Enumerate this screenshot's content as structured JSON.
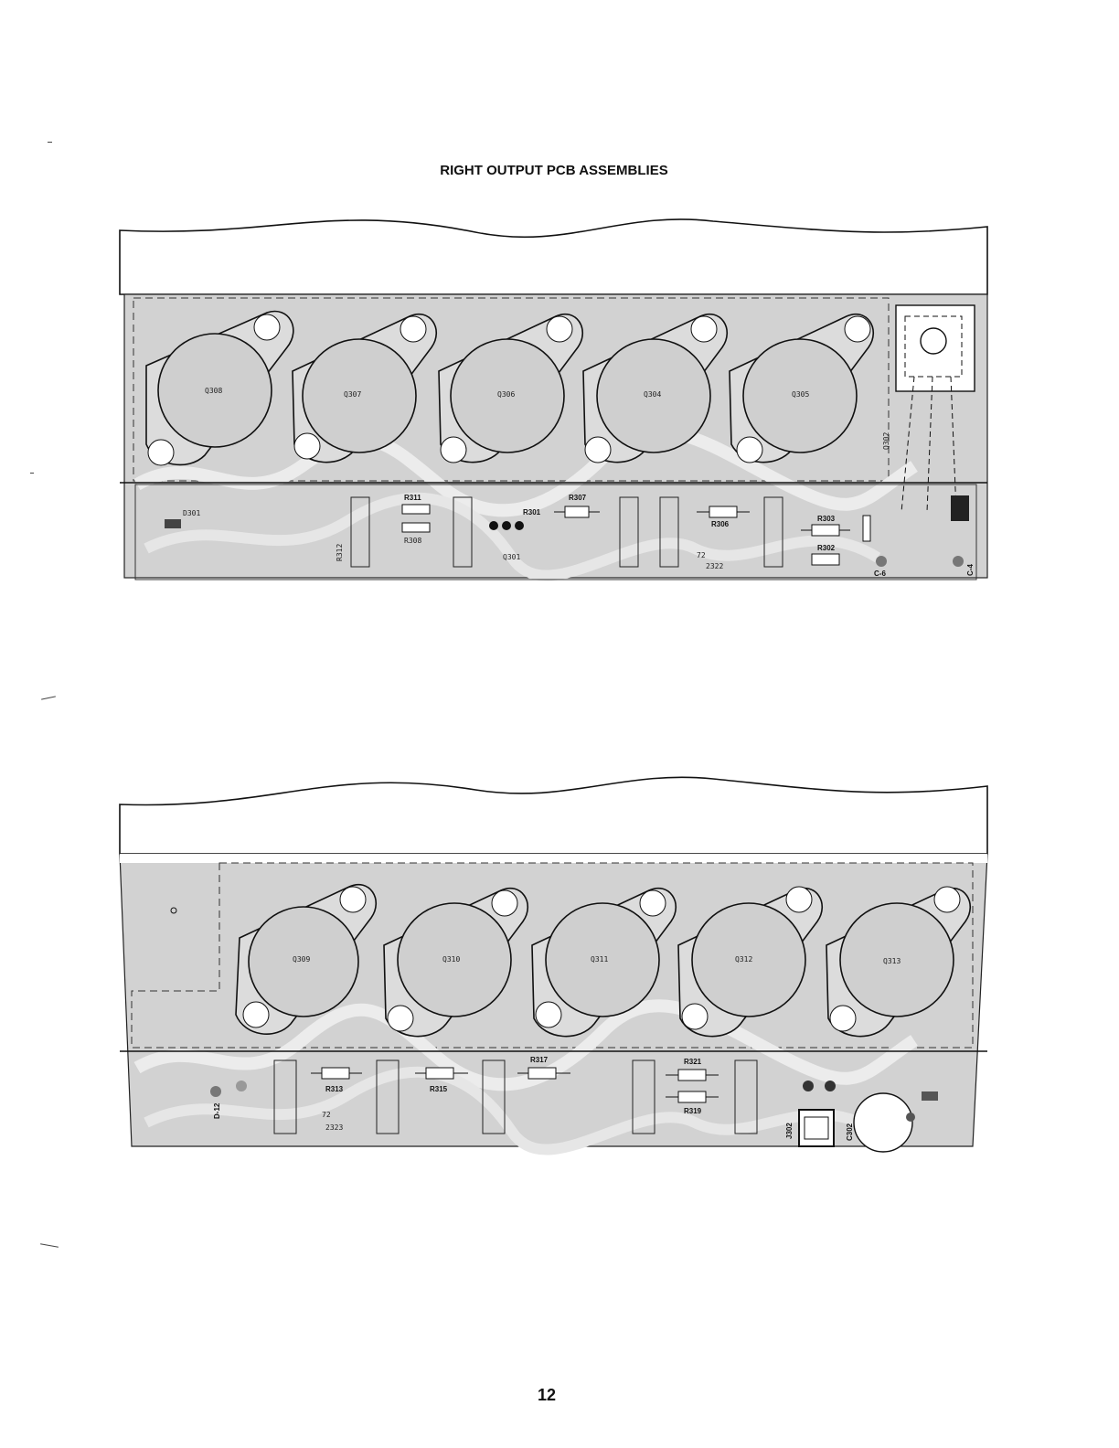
{
  "page": {
    "title": "RIGHT OUTPUT PCB ASSEMBLIES",
    "page_number": "12"
  },
  "boards": [
    {
      "transistors": [
        "Q308",
        "Q307",
        "Q306",
        "Q304",
        "Q305"
      ],
      "labels": {
        "r312": "R312",
        "r311": "R311",
        "r308": "R308",
        "r301": "R301",
        "q301": "Q301",
        "d301": "D301",
        "r307": "R307",
        "r306": "R306",
        "r303": "R303",
        "r302": "R302",
        "q302": "Q302",
        "c6": "C-6",
        "c4": "C-4",
        "part_a": "72",
        "part_b": "2322"
      }
    },
    {
      "transistors": [
        "Q309",
        "Q310",
        "Q311",
        "Q312",
        "Q313"
      ],
      "labels": {
        "r313": "R313",
        "r315": "R315",
        "r317": "R317",
        "r321": "R321",
        "r319": "R319",
        "d12": "D-12",
        "j302": "J302",
        "c302": "C302",
        "part_a": "72",
        "part_b": "2323"
      }
    }
  ],
  "colors": {
    "board_fill": "#c9c9c9",
    "trace": "#e4e4e4",
    "ink": "#1a1a1a"
  }
}
